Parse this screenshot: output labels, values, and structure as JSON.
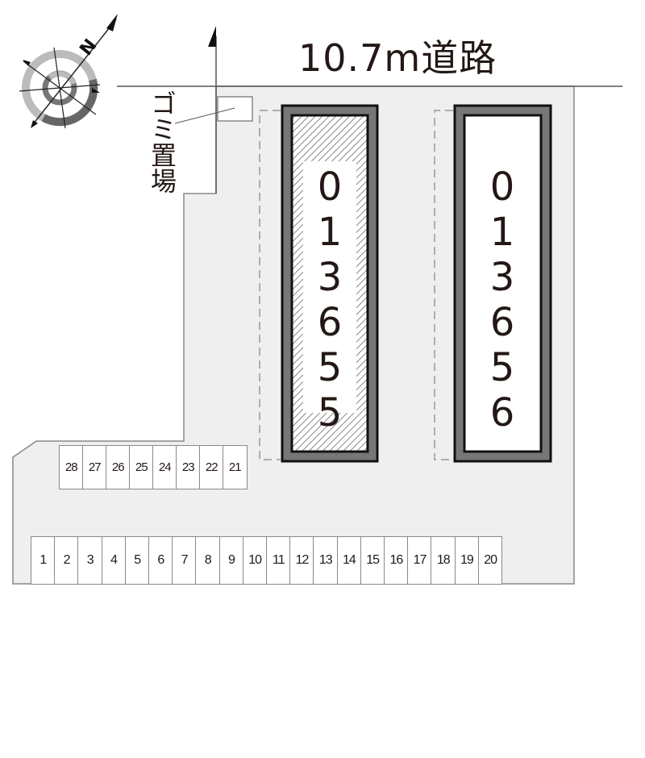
{
  "road": {
    "label": "10.7m道路"
  },
  "garbage": {
    "label": "ゴミ置場"
  },
  "compass": {
    "label": "N"
  },
  "buildings": [
    {
      "id": "013655",
      "hatched": true
    },
    {
      "id": "013656",
      "hatched": false
    }
  ],
  "parking": {
    "upper_row": [
      "28",
      "27",
      "26",
      "25",
      "24",
      "23",
      "22",
      "21"
    ],
    "lower_row": [
      "1",
      "2",
      "3",
      "4",
      "5",
      "6",
      "7",
      "8",
      "9",
      "10",
      "11",
      "12",
      "13",
      "14",
      "15",
      "16",
      "17",
      "18",
      "19",
      "20"
    ]
  },
  "colors": {
    "lot": "#efefef",
    "frame": "#777777",
    "text": "#231815"
  }
}
